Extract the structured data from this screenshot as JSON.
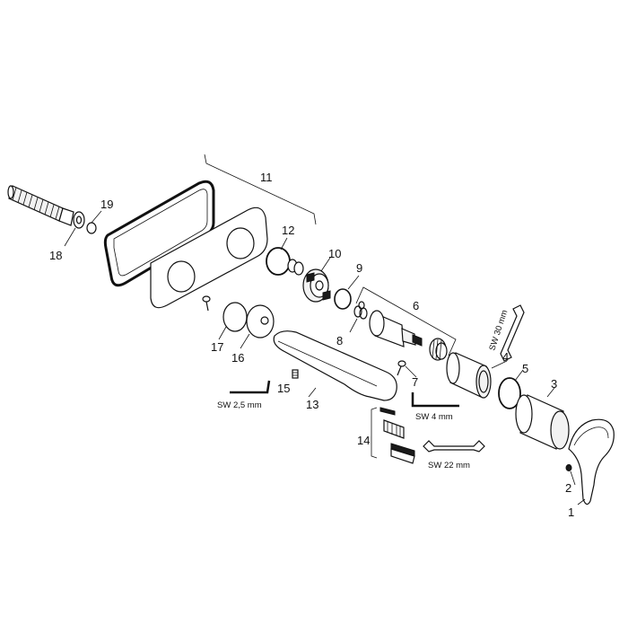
{
  "callouts": {
    "c1": "1",
    "c2": "2",
    "c3": "3",
    "c4": "4",
    "c5": "5",
    "c6": "6",
    "c7": "7",
    "c8": "8",
    "c9": "9",
    "c10": "10",
    "c11": "11",
    "c12": "12",
    "c13": "13",
    "c14": "14",
    "c15": "15",
    "c16": "16",
    "c17": "17",
    "c18": "18",
    "c19": "19"
  },
  "tools": {
    "hex_key_small": "SW 2,5 mm",
    "hex_key_large": "SW 4 mm",
    "wrench_small": "SW 22 mm",
    "wrench_large": "SW 30 mm"
  }
}
